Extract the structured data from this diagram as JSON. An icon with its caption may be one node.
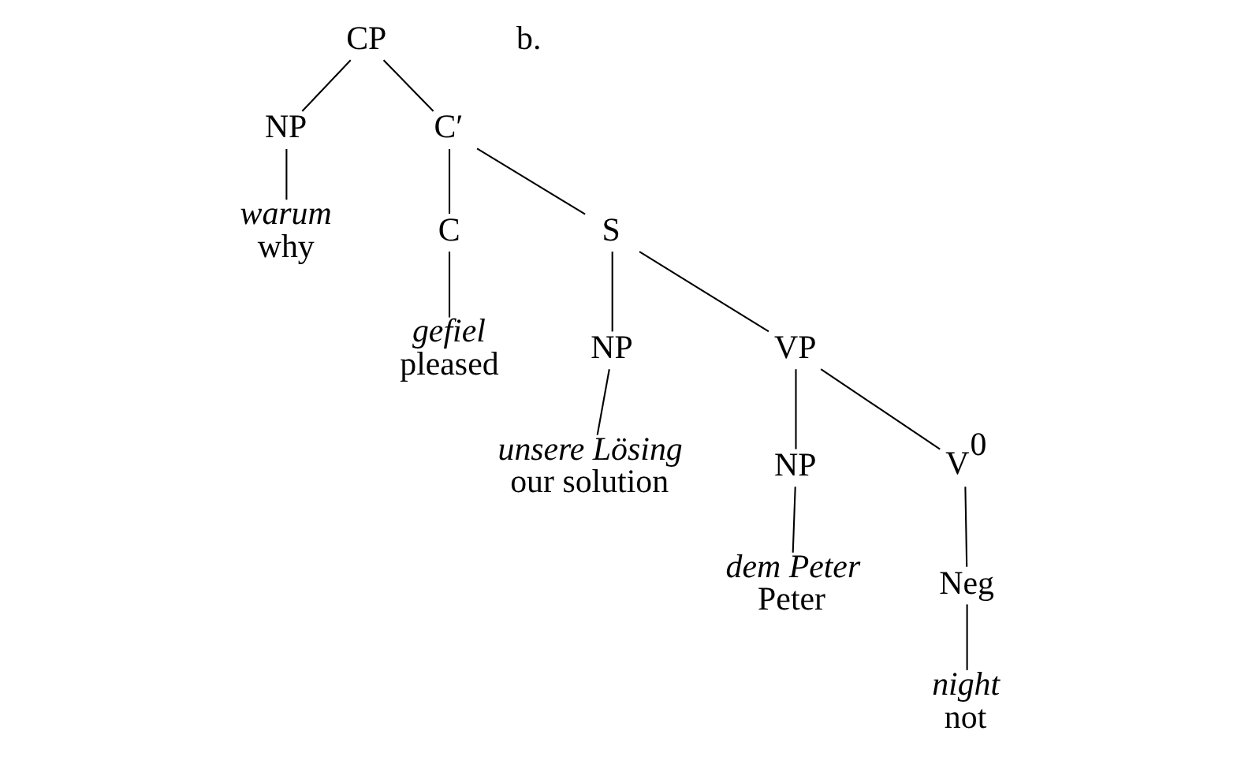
{
  "diagram": {
    "nodes": [
      {
        "text": [
          "CP"
        ]
      },
      {
        "text": [
          "NP"
        ]
      },
      {
        "text": [
          "C′"
        ]
      },
      {
        "text": [
          "warum",
          "why"
        ]
      },
      {
        "text": [
          "C"
        ]
      },
      {
        "text": [
          "S"
        ]
      },
      {
        "text": [
          "gefiel",
          "pleased"
        ]
      },
      {
        "text": [
          "NP"
        ]
      },
      {
        "text": [
          "VP"
        ]
      },
      {
        "text": [
          "unsere Lösing",
          "our solution"
        ]
      },
      {
        "text": [
          "NP"
        ]
      },
      {
        "text": [
          "V$^{0}$"
        ]
      },
      {
        "text": [
          "dem Peter",
          "Peter"
        ]
      },
      {
        "text": [
          "Neg"
        ]
      },
      {
        "text": [
          "night",
          "not"
        ]
      }
    ],
    "edges": [
      {
        "from": 0,
        "to": 1,
        "arrow": "none"
      },
      {
        "from": 0,
        "to": 2,
        "arrow": "none"
      },
      {
        "from": 1,
        "to": 3,
        "arrow": "none"
      },
      {
        "from": 2,
        "to": 4,
        "arrow": "none"
      },
      {
        "from": 2,
        "to": 5,
        "arrow": "none"
      },
      {
        "from": 4,
        "to": 6,
        "arrow": "none"
      },
      {
        "from": 5,
        "to": 7,
        "arrow": "none"
      },
      {
        "from": 5,
        "to": 8,
        "arrow": "none"
      },
      {
        "from": 7,
        "to": 9,
        "arrow": "none"
      },
      {
        "from": 8,
        "to": 10,
        "arrow": "none"
      },
      {
        "from": 8,
        "to": 11,
        "arrow": "none"
      },
      {
        "from": 10,
        "to": 12,
        "arrow": "none"
      },
      {
        "from": 11,
        "to": 13,
        "arrow": "none"
      },
      {
        "from": 13,
        "to": 14,
        "arrow": "none"
      }
    ],
    "labels": [
      "b."
    ]
  }
}
